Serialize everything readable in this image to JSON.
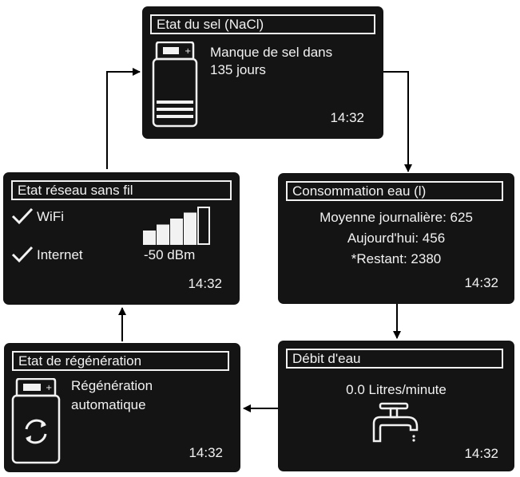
{
  "screens": {
    "salt": {
      "title": "Etat du sel (NaCl)",
      "message_line1": "Manque de sel dans",
      "message_line2": "135 jours",
      "time": "14:32",
      "icon": "water-softener-salt-icon"
    },
    "water": {
      "title": "Consommation eau (l)",
      "line1": "Moyenne journalière: 625",
      "line2": "Aujourd'hui: 456",
      "line3_marker": "*",
      "line3": "Restant: 2380",
      "time": "14:32"
    },
    "flow": {
      "title": "Débit d'eau",
      "value": "0.0 Litres/minute",
      "time": "14:32",
      "icon": "water-tap-icon"
    },
    "regen": {
      "title": "Etat de régénération",
      "line1": "Régénération",
      "line2": "automatique",
      "time": "14:32",
      "icon": "water-softener-regeneration-icon"
    },
    "network": {
      "title": "Etat réseau sans fil",
      "wifi_label": "WiFi",
      "internet_label": "Internet",
      "signal": "-50 dBm",
      "signal_bars_filled": 4,
      "signal_bars_total": 5,
      "time": "14:32",
      "icon": "check-icon"
    }
  },
  "colors": {
    "screen_bg": "#141414",
    "screen_fg": "#f2f2f2",
    "connector": "#000000"
  }
}
